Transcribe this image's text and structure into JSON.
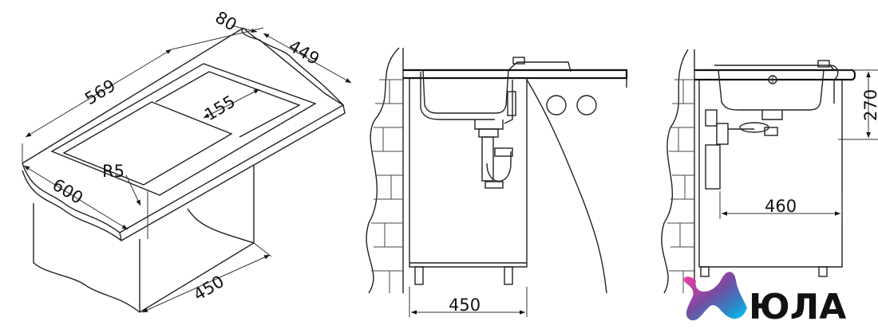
{
  "dimensions": {
    "d80": "80",
    "d449": "449",
    "d569": "569",
    "d155": "155",
    "dR5": "R5",
    "d600": "600",
    "d450_left": "450",
    "d450_front": "450",
    "d460": "460",
    "d270": "270"
  },
  "logo": {
    "text": "ЮЛА",
    "icon": "yula-logo-icon",
    "colors": [
      "#ff3cac",
      "#784ba0",
      "#2b86c5",
      "#00d4ff"
    ]
  }
}
